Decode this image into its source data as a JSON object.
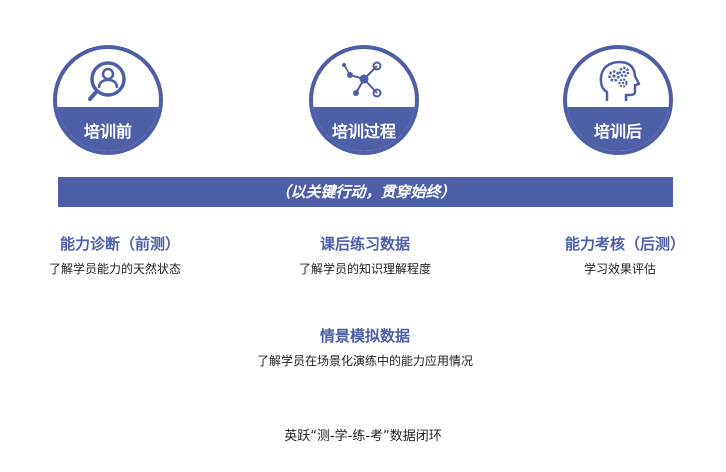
{
  "stages": [
    {
      "label": "培训前",
      "icon": "person-magnifier-icon"
    },
    {
      "label": "培训过程",
      "icon": "network-nodes-icon"
    },
    {
      "label": "培训后",
      "icon": "head-gears-icon"
    }
  ],
  "banner": "（以关键行动，贯穿始终）",
  "columns": [
    {
      "title": "能力诊断（前测）",
      "desc": "了解学员能力的天然状态"
    },
    {
      "title": "课后练习数据",
      "desc": "了解学员的知识理解程度"
    },
    {
      "title": "能力考核（后测）",
      "desc": "学习效果评估"
    },
    {
      "title": "情景模拟数据",
      "desc": "了解学员在场景化演练中的能力应用情况"
    }
  ],
  "footer": "英跃“测-学-练-考”数据闭环",
  "colors": {
    "primary": "#4f5fa7",
    "text": "#222222",
    "background": "#ffffff"
  }
}
